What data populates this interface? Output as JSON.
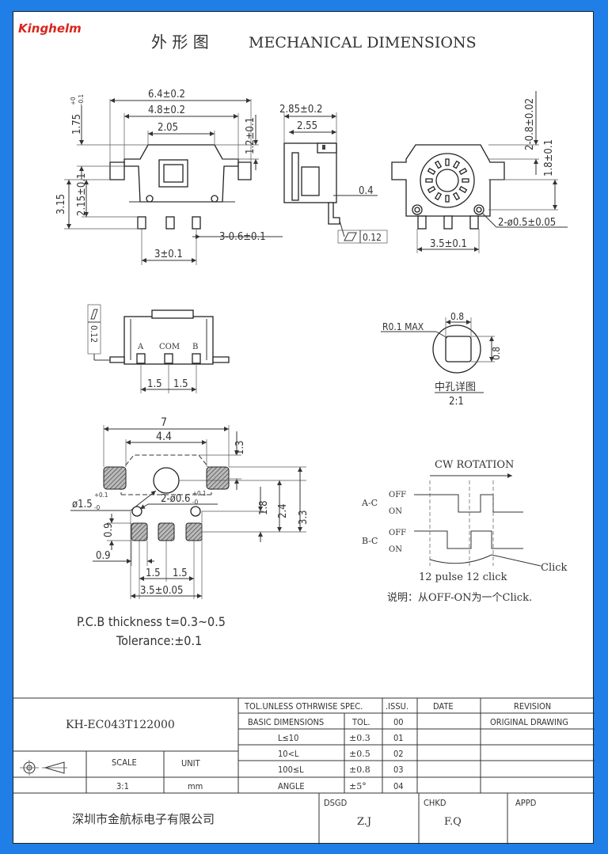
{
  "brand": "Kinghelm",
  "title_cn": "外 形 图",
  "title_en": "MECHANICAL DIMENSIONS",
  "dims": {
    "w_outer": "6.4±0.2",
    "w_inner": "4.8±0.2",
    "w_top": "2.05",
    "h_top": "1.75",
    "h_top_tol_up": "+0",
    "h_top_tol_dn": "-0.1",
    "h_right": "1.2±0.1",
    "h_total": "3.15",
    "h_body": "2.15±0.1",
    "pins_w": "3-0.6±0.1",
    "pitch_total": "3±0.1",
    "side_w1": "2.85±0.2",
    "side_w2": "2.55",
    "side_pin": "0.4",
    "flat": "0.12",
    "bottom_h1": "2-0.8±0.02",
    "bottom_h2": "1.8±0.1",
    "bottom_holes": "2-ø0.5±0.05",
    "bottom_pitch": "3.5±0.1",
    "front_flat": "0.12",
    "pin_a": "A",
    "pin_com": "COM",
    "pin_b": "B",
    "pitch_a": "1.5",
    "pitch_b": "1.5",
    "hole_radius": "R0.1 MAX",
    "hole_w": "0.8",
    "hole_h": "0.8",
    "hole_title": "中孔详图",
    "hole_scale": "2:1",
    "pcb_w": "7",
    "pcb_w2": "4.4",
    "pcb_top": "1.3",
    "pcb_hole_big": "ø1.5",
    "pcb_hole_big_tol_up": "+0.1",
    "pcb_hole_big_tol_dn": "-0",
    "pcb_hole_small": "2-ø0.6",
    "pcb_hole_small_tol_up": "+0.1",
    "pcb_hole_small_tol_dn": "-0",
    "pcb_v1": "1.8",
    "pcb_v2": "2.4",
    "pcb_v3": "3.3",
    "pcb_pad_h": "0.9",
    "pcb_pad_w": "0.9",
    "pcb_p1": "1.5",
    "pcb_p2": "1.5",
    "pcb_total": "3.5±0.05",
    "pcb_note1": "P.C.B thickness t=0.3~0.5",
    "pcb_note2": "Tolerance:±0.1"
  },
  "timing": {
    "title": "CW ROTATION",
    "row1": "A-C",
    "row2": "B-C",
    "off": "OFF",
    "on": "ON",
    "click": "Click",
    "pulse": "12 pulse 12 click",
    "note": "说明：从OFF-ON为一个Click."
  },
  "titleblock": {
    "part_no": "KH-EC043T122000",
    "tol_head": "TOL.UNLESS OTHRWISE SPEC.",
    "issu": ".ISSU.",
    "date": "DATE",
    "revision": "REVISION",
    "basic": "BASIC DIMENSIONS",
    "tol": "TOL.",
    "rows": [
      {
        "range": "L≤10",
        "tol": "±0.3",
        "issu": "01"
      },
      {
        "range": "10<L",
        "tol": "±0.5",
        "issu": "02"
      },
      {
        "range": "100≤L",
        "tol": "±0.8",
        "issu": "03"
      },
      {
        "range": "ANGLE",
        "tol": "±5°",
        "issu": "04"
      }
    ],
    "issu0": "00",
    "orig": "ORIGINAL DRAWING",
    "scale_label": "SCALE",
    "unit_label": "UNIT",
    "scale": "3:1",
    "unit": "mm",
    "company": "深圳市金航标电子有限公司",
    "dsgd": "DSGD",
    "dsgd_val": "Z.J",
    "chkd": "CHKD",
    "chkd_val": "F.Q",
    "appd": "APPD"
  }
}
